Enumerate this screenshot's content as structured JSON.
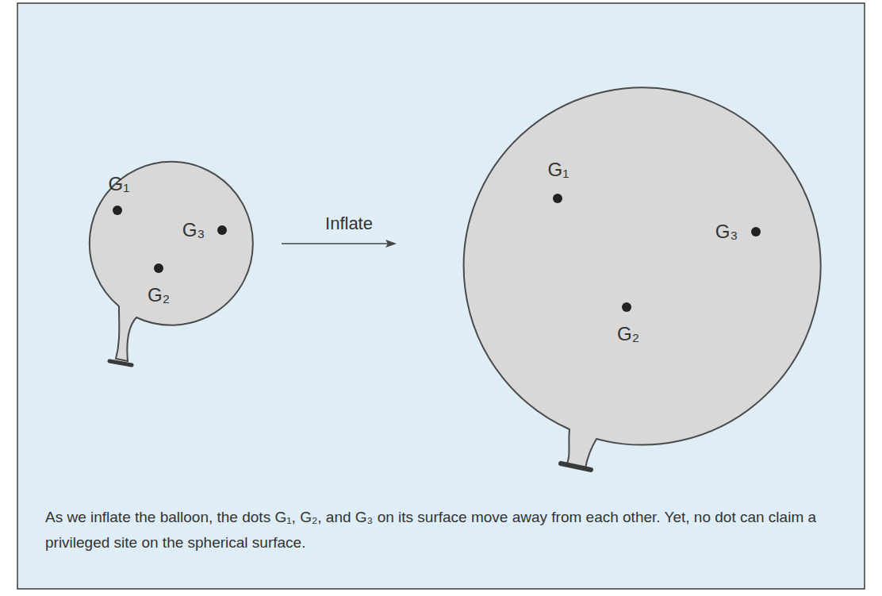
{
  "diagram": {
    "caption": "As we inflate the balloon, the dots G₁, G₂, and G₃ on its surface move away from each other. Yet, no dot can claim a privileged site on the spherical surface.",
    "labels": [
      "G₁",
      "G₃",
      "G₂",
      "Inflate",
      "G₁",
      "G₃",
      "G₂"
    ]
  }
}
